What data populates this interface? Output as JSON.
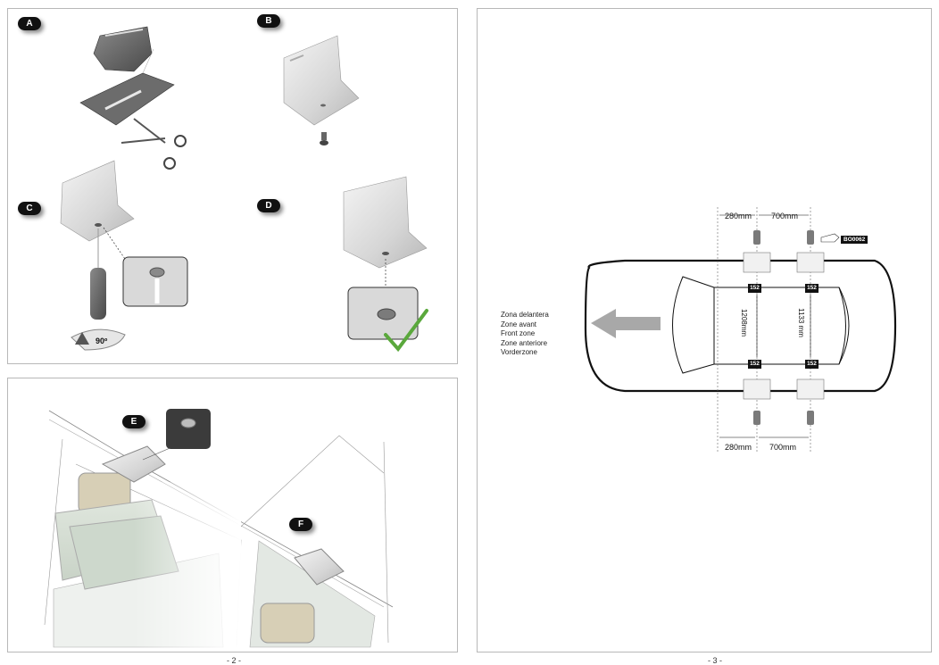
{
  "left_page": {
    "step_labels": {
      "a": "A",
      "b": "B",
      "c": "C",
      "d": "D",
      "e": "E",
      "f": "F"
    },
    "rotation_label": "90º",
    "page_number": "- 2 -"
  },
  "right_page": {
    "dimensions": {
      "top_front": "280mm",
      "top_rear": "700mm",
      "bottom_front": "280mm",
      "bottom_rear": "700mm",
      "front_width": "1208mm",
      "rear_width": "1133 mm"
    },
    "part_tags": [
      "152",
      "152",
      "152",
      "152"
    ],
    "part_code": "BO0062",
    "zone_labels": [
      "Zona delantera",
      "Zone avant",
      "Front zone",
      "Zone anteriore",
      "Vorderzone"
    ],
    "page_number": "- 3 -"
  }
}
